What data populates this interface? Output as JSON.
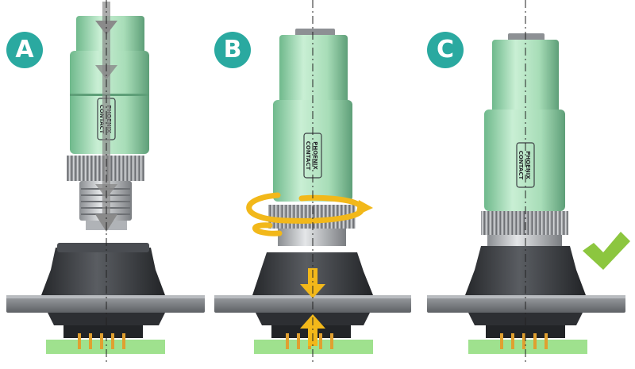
{
  "steps": [
    {
      "label": "A"
    },
    {
      "label": "B"
    },
    {
      "label": "C"
    }
  ],
  "brand_text": "PHOENIX CONTACT",
  "colors": {
    "badge": "#2aa9a0",
    "housing_green": "#a8ddb8",
    "housing_green_dark": "#6fb98c",
    "base_dark": "#3c3f44",
    "flange_gray": "#7d8084",
    "pcb_green": "#8edc7a",
    "pins_orange": "#e0a030",
    "arrow_gray": "#8a8a8a",
    "rotation_yellow": "#f2b81a",
    "check_green": "#8cc63f"
  },
  "icons": [
    "down-arrow-icon",
    "rotation-arrow-icon",
    "pressure-arrows-icon",
    "checkmark-icon"
  ]
}
